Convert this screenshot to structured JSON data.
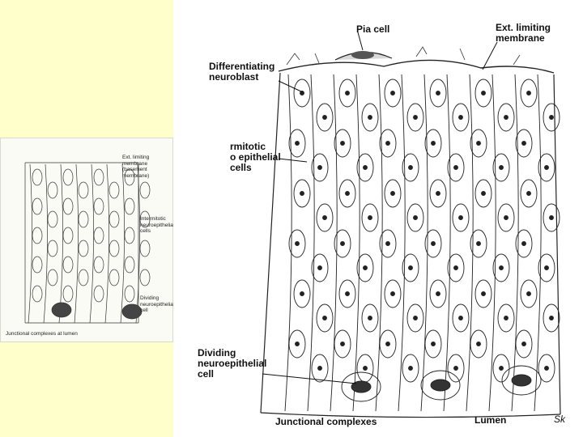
{
  "large_diagram": {
    "labels": {
      "pia_cell": "Pia cell",
      "ext_limiting": "Ext. limiting\nmembrane",
      "differentiating": "Differentiating\nneuroblast",
      "intermitotic": "rmitotic\no epithelial\ncells",
      "dividing": "Dividing\nneuroepithelial\ncell",
      "junctional": "Junctional complexes",
      "lumen": "Lumen",
      "signature": "Sk"
    }
  },
  "small_diagram": {
    "labels": {
      "ext_limiting": "Ext. limiting membrane\n(basement membrane)",
      "intermitotic": "Intermitotic\nneuroepithelial\ncells",
      "dividing": "Dividing\nneuroepithelial\ncell",
      "junctional": "Junctional complexes at lumen"
    }
  },
  "colors": {
    "slide_background": "#ffffcc",
    "ink": "#1a1a1a"
  }
}
